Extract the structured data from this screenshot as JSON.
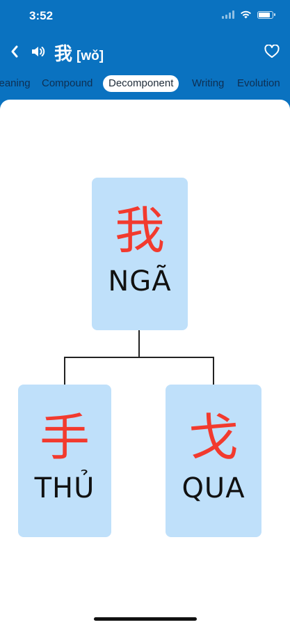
{
  "status_bar": {
    "time": "3:52"
  },
  "nav": {
    "hanzi": "我",
    "pinyin": "[wǒ]",
    "back_icon": "chevron-left-icon",
    "speaker_icon": "speaker-icon",
    "favorite_icon": "heart-outline-icon"
  },
  "tabs": [
    {
      "label": "Meaning"
    },
    {
      "label": "Compound"
    },
    {
      "label": "Decomponent",
      "active": true
    },
    {
      "label": "Writing"
    },
    {
      "label": "Evolution"
    }
  ],
  "tree": {
    "root": {
      "hanzi": "我",
      "reading": "NGÃ"
    },
    "children": [
      {
        "hanzi": "手",
        "reading": "THỦ"
      },
      {
        "hanzi": "戈",
        "reading": "QUA"
      }
    ]
  },
  "colors": {
    "header": "#0a72c0",
    "node_bg": "#bfe0fa",
    "hanzi": "#f23a2e",
    "active_tab_bg": "#ffffff"
  }
}
